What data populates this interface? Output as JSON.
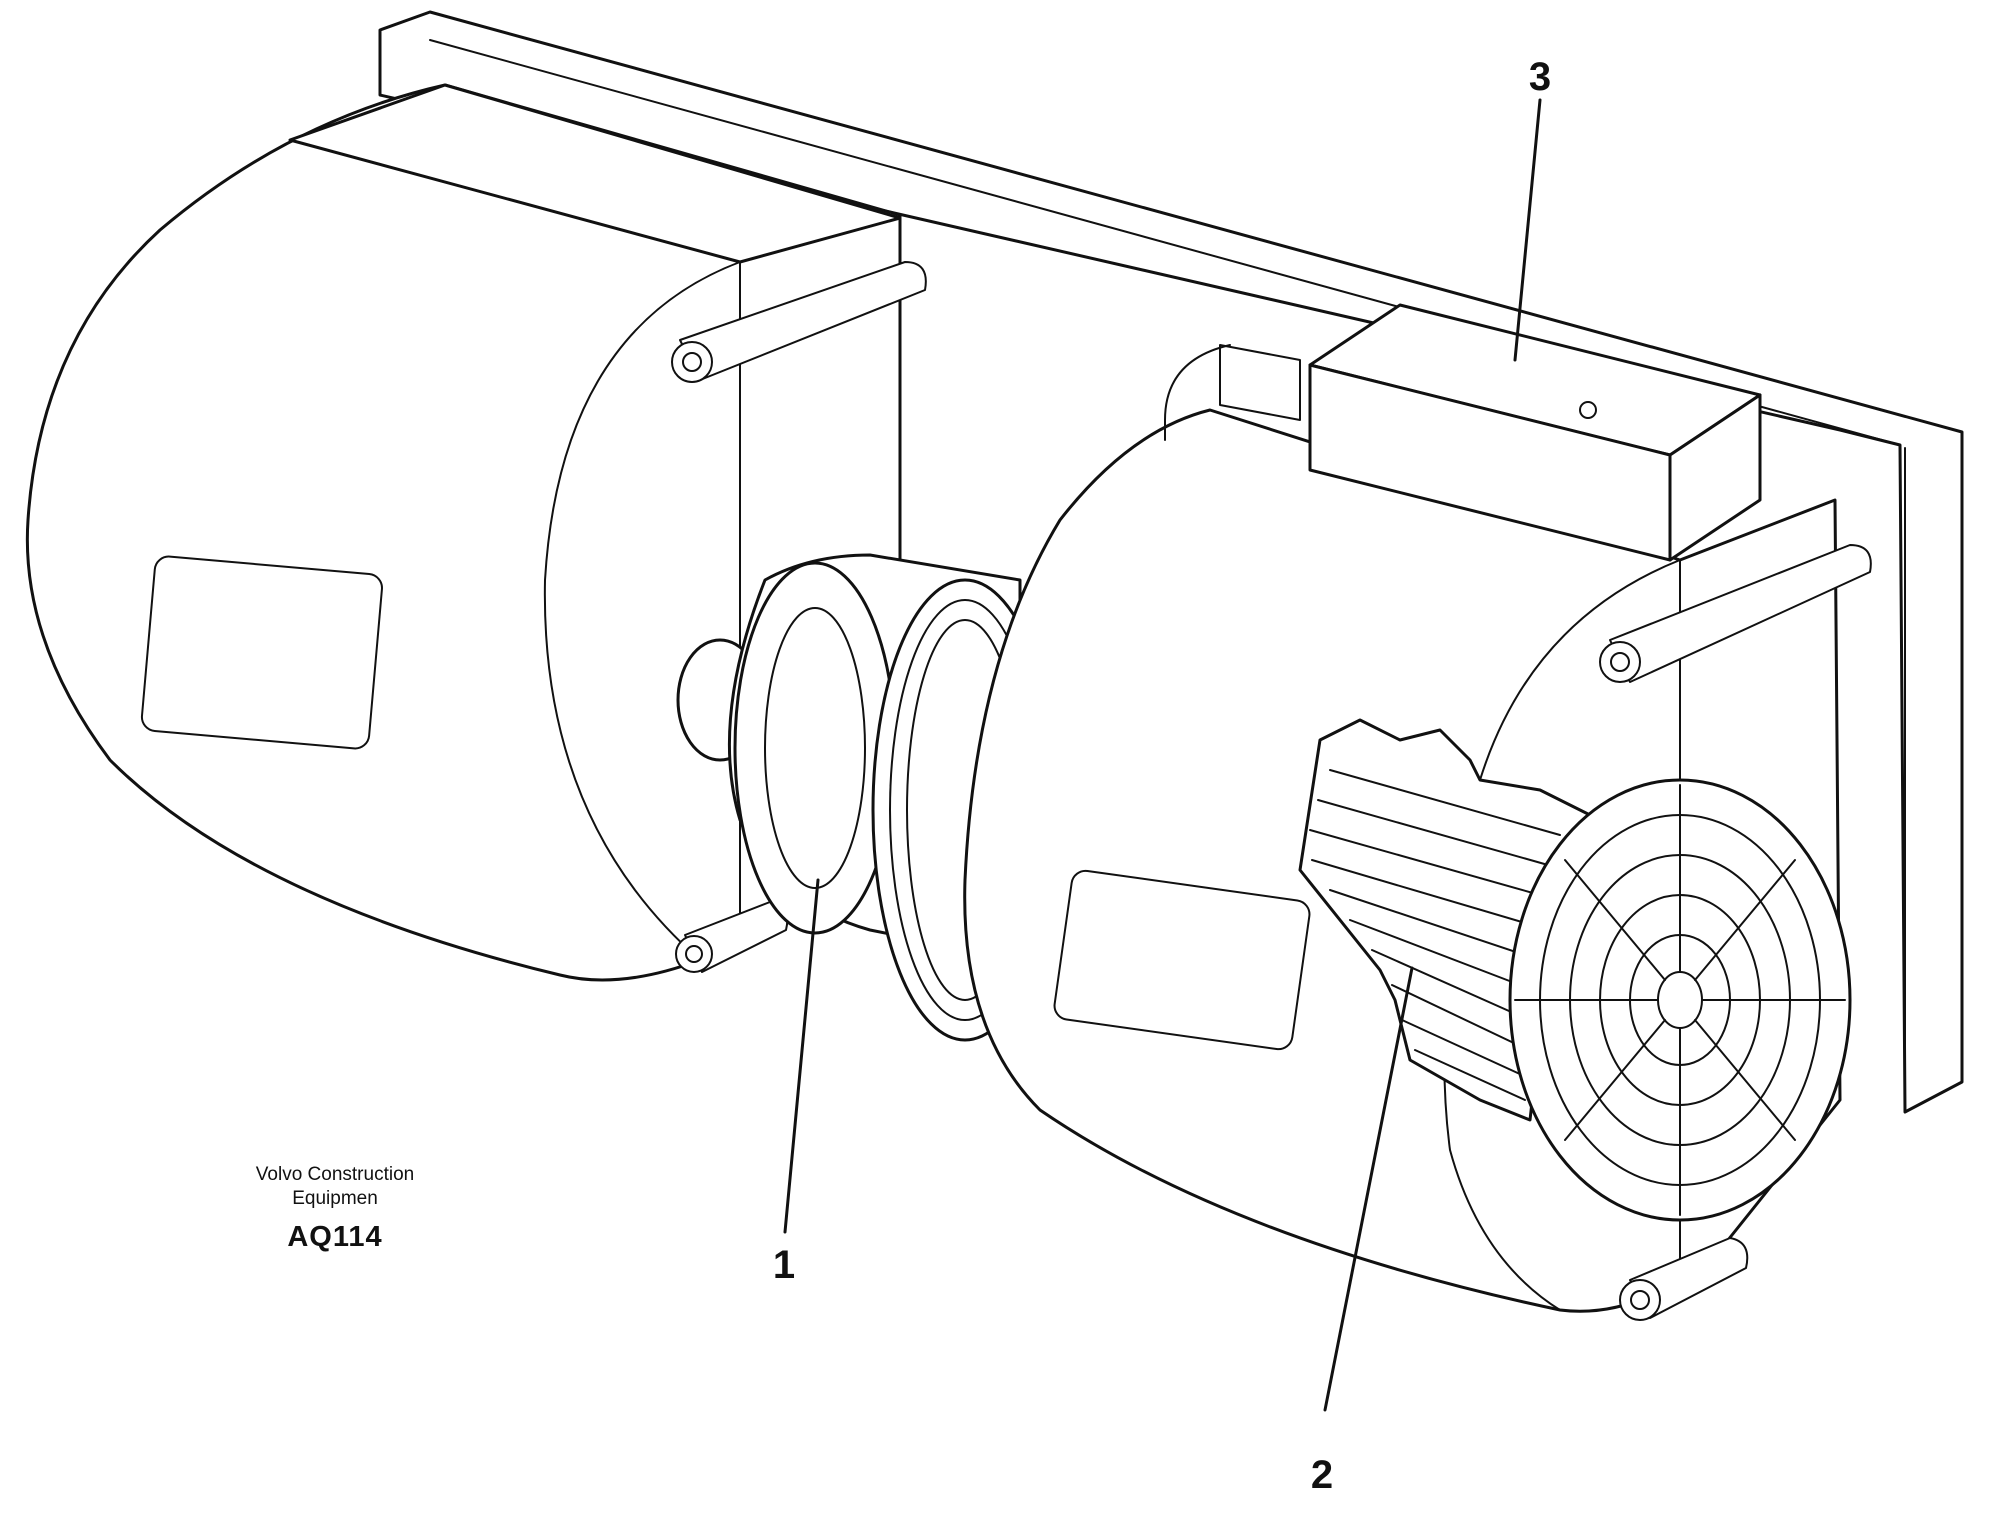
{
  "callouts": [
    {
      "label": "1"
    },
    {
      "label": "2"
    },
    {
      "label": "3"
    }
  ],
  "caption": {
    "line1": "Volvo Construction",
    "line2": "Equipmen",
    "code": "AQ114"
  }
}
